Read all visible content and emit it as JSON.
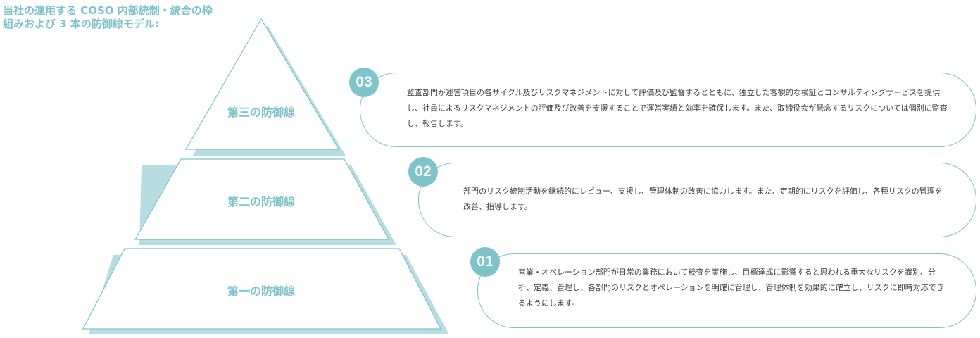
{
  "title": "当社の運用する COSO 内部統制・統合の枠組みおよび 3 本の防御線モデル:",
  "colors": {
    "accent": "#7fc3cb",
    "shadow": "#b7dce1",
    "text": "#3e3e3e"
  },
  "tiers": [
    {
      "label": "第三の防御線"
    },
    {
      "label": "第二の防御線"
    },
    {
      "label": "第一の防御線"
    }
  ],
  "cards": [
    {
      "number": "03",
      "text": "監査部門が運営項目の各サイクル及びリスクマネジメントに対して評価及び監督するとともに、独立した客観的な検証とコンサルティングサービスを提供し、社員によるリスクマネジメントの評価及び改善を支援することで運営実績と効率を確保します。また、取締役会が懸念するリスクについては個別に監査し、報告します。"
    },
    {
      "number": "02",
      "text": "部門のリスク統制活動を継続的にレビュー、支援し、管理体制の改善に協力します。また、定期的にリスクを評価し、各種リスクの管理を改善、指導します。"
    },
    {
      "number": "01",
      "text": "営業・オペレーション部門が日常の業務において検査を実施し、目標達成に影響すると思われる重大なリスクを識別、分析、定義、管理し、各部門のリスクとオペレーションを明確に管理し、管理体制を効果的に確立し、リスクに即時対応できるようにします。"
    }
  ]
}
